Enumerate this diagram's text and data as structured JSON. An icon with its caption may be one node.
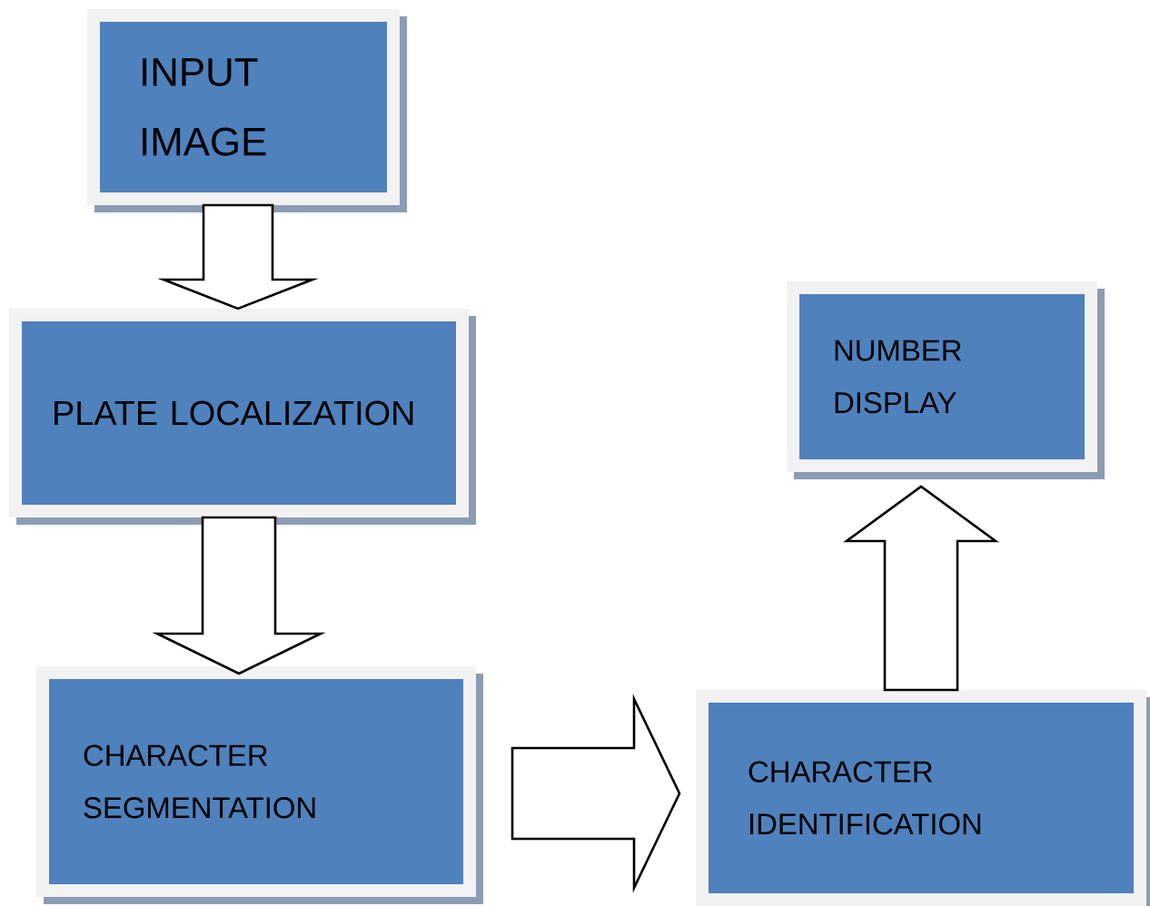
{
  "diagram": {
    "nodes": [
      {
        "text": [
          "INPUT IMAGE"
        ]
      },
      {
        "text": [
          "PLATE LOCALIZATION"
        ]
      },
      {
        "text": [
          "CHARACTER SEGMENTATION"
        ]
      },
      {
        "text": [
          "CHARACTER IDENTIFICATION"
        ]
      },
      {
        "text": [
          "NUMBER DISPLAY"
        ]
      }
    ],
    "edges": [
      {
        "from": 0,
        "to": 1,
        "arrow": "to"
      },
      {
        "from": 1,
        "to": 2,
        "arrow": "to"
      },
      {
        "from": 2,
        "to": 3,
        "arrow": "to"
      },
      {
        "from": 3,
        "to": 4,
        "arrow": "to"
      }
    ]
  }
}
